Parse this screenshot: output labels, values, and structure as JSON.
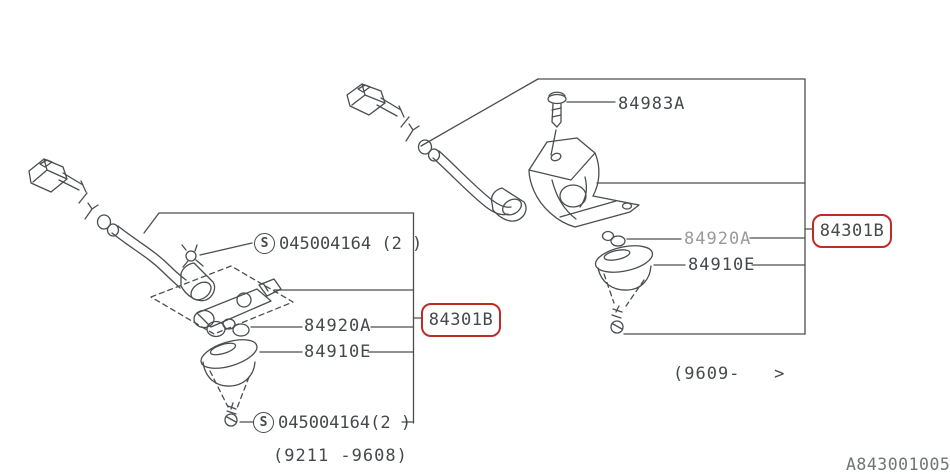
{
  "left_figure": {
    "fastener_top": {
      "symbol": "S",
      "part_number": "045004164 (2 )"
    },
    "bulb_label": "84920A",
    "lens_label": "84910E",
    "assembly_ref": "84301B",
    "fastener_bottom": {
      "symbol": "S",
      "part_number": "045004164(2 )"
    },
    "caption": "(9211 -9608)"
  },
  "right_figure": {
    "screw_label": "84983A",
    "bulb_label": "84920A",
    "lens_label": "84910E",
    "assembly_ref": "84301B",
    "caption": "(9609-   >"
  },
  "footer": {
    "drawing_number": "A843001005"
  },
  "colors": {
    "line": "#4a4e51",
    "label": "#45494c",
    "faded_label": "#989a9c",
    "highlight_red": "#bf2b25",
    "background": "#ffffff"
  }
}
